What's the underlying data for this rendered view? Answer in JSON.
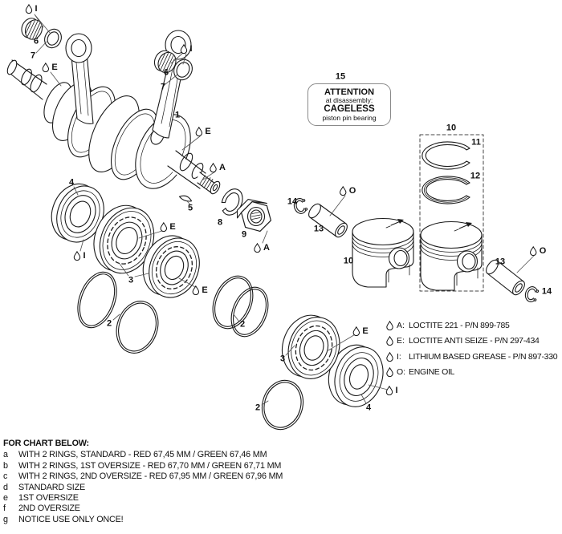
{
  "attention": {
    "number": "15",
    "title": "ATTENTION",
    "subtitle": "at disassembly:",
    "main": "CAGELESS",
    "footer": "piston pin bearing"
  },
  "legend": [
    {
      "code": "A:",
      "text": "LOCTITE 221 - P/N 899-785"
    },
    {
      "code": "E:",
      "text": "LOCTITE ANTI SEIZE - P/N 297-434"
    },
    {
      "code": "I:",
      "text": "LITHIUM BASED GREASE - P/N 897-330"
    },
    {
      "code": "O:",
      "text": "ENGINE OIL"
    }
  ],
  "notes": {
    "title": "FOR CHART BELOW:",
    "items": [
      {
        "key": "a",
        "text": "WITH 2 RINGS, STANDARD - RED 67,45 MM  /  GREEN 67,46 MM"
      },
      {
        "key": "b",
        "text": "WITH 2 RINGS, 1ST OVERSIZE - RED 67,70 MM  /  GREEN 67,71 MM"
      },
      {
        "key": "c",
        "text": "WITH 2 RINGS, 2ND OVERSIZE - RED 67,95 MM  /  GREEN 67,96 MM"
      },
      {
        "key": "d",
        "text": "STANDARD SIZE"
      },
      {
        "key": "e",
        "text": "1ST OVERSIZE"
      },
      {
        "key": "f",
        "text": "2ND OVERSIZE"
      },
      {
        "key": "g",
        "text": "NOTICE USE ONLY ONCE!"
      }
    ]
  },
  "part_labels": [
    {
      "text": "1"
    },
    {
      "text": "2"
    },
    {
      "text": "2"
    },
    {
      "text": "2"
    },
    {
      "text": "3"
    },
    {
      "text": "3"
    },
    {
      "text": "4"
    },
    {
      "text": "4"
    },
    {
      "text": "5"
    },
    {
      "text": "6"
    },
    {
      "text": "6"
    },
    {
      "text": "7"
    },
    {
      "text": "7"
    },
    {
      "text": "8"
    },
    {
      "text": "9"
    },
    {
      "text": "10"
    },
    {
      "text": "10"
    },
    {
      "text": "11"
    },
    {
      "text": "12"
    },
    {
      "text": "13"
    },
    {
      "text": "13"
    },
    {
      "text": "14"
    },
    {
      "text": "14"
    },
    {
      "text": "15"
    }
  ],
  "annotations": [
    {
      "letter": "I"
    },
    {
      "letter": "E"
    },
    {
      "letter": "I"
    },
    {
      "letter": "E"
    },
    {
      "letter": "A"
    },
    {
      "letter": "E"
    },
    {
      "letter": "I"
    },
    {
      "letter": "A"
    },
    {
      "letter": "E"
    },
    {
      "letter": "O"
    },
    {
      "letter": "E"
    },
    {
      "letter": "I"
    },
    {
      "letter": "O"
    }
  ],
  "icons": {
    "lubricant": "oil-drop"
  },
  "colors": {
    "line": "#1a1a1a",
    "background": "#ffffff"
  }
}
